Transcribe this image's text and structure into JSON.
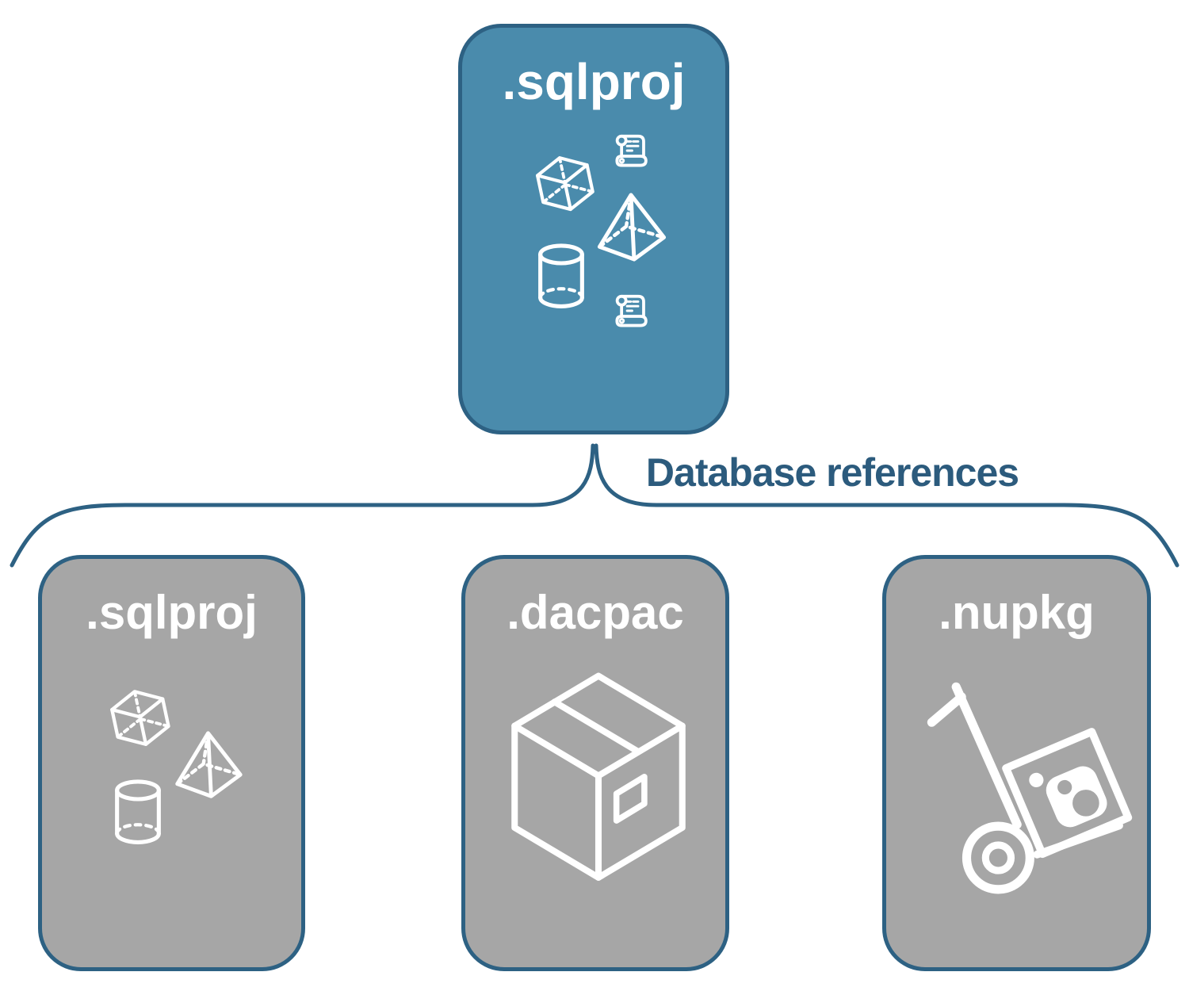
{
  "root": {
    "label": ".sqlproj",
    "icons": [
      "scroll-icon",
      "cube-icon",
      "pyramid-icon",
      "cylinder-icon",
      "scroll-icon"
    ]
  },
  "connector": {
    "label": "Database references"
  },
  "children": [
    {
      "label": ".sqlproj",
      "icons": [
        "cube-icon",
        "pyramid-icon",
        "cylinder-icon"
      ]
    },
    {
      "label": ".dacpac",
      "icons": [
        "package-box-icon"
      ]
    },
    {
      "label": ".nupkg",
      "icons": [
        "hand-truck-nuget-icon"
      ]
    }
  ],
  "colors": {
    "accent_blue": "#4a8bac",
    "line_navy": "#2d6183",
    "label_navy": "#2c5b7d",
    "box_gray": "#a6a6a6",
    "icon_white": "#ffffff",
    "background": "#ffffff"
  }
}
